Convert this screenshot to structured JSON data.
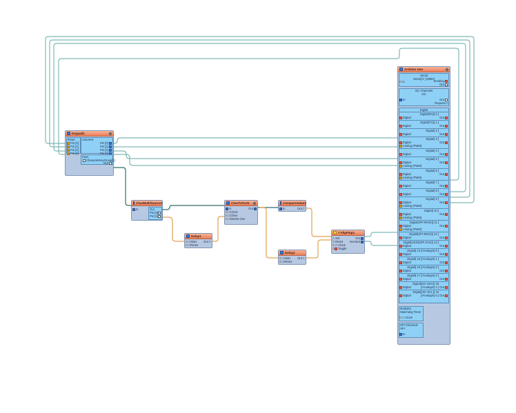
{
  "colors": {
    "wire_teal": "#7fb8b8",
    "wire_orange": "#e0a050",
    "wire_dark": "#2f6b6b",
    "title_bar": "#ec7c55",
    "node_body": "#b7c9e2",
    "pane": "#8fd0f6"
  },
  "keypad": {
    "title": "Keypad1",
    "rows_label": "Rows",
    "columns_label": "Columns",
    "rows": [
      "Pin [0]",
      "Pin [1]",
      "Pin [2]",
      "Pin [3]"
    ],
    "columns": [
      "Pin [0]",
      "Pin [1]",
      "Pin [2]",
      "Pin [3]"
    ],
    "keys_label": "Keys",
    "keys_item": "CharacterKeyGroup[1]",
    "out_label": "Out"
  },
  "char_multi_source": {
    "title": "CharMultiSource1",
    "in_label": "In",
    "out_label": "Out",
    "pins": [
      "Pin [0]",
      "Pin [1]"
    ]
  },
  "delay1": {
    "title": "Delay1",
    "start": "Start",
    "reset": "Reset",
    "out": "Out"
  },
  "char_to_text": {
    "title": "CharToText1",
    "in": "In",
    "clock": "Clock",
    "clear": "Clear",
    "delete_one": "Delete One",
    "out": "Out"
  },
  "compare_value": {
    "title": "CompareValue1",
    "in": "In",
    "out": "Out"
  },
  "delay2": {
    "title": "Delay2",
    "start": "Start",
    "reset": "Reset",
    "out": "Out"
  },
  "flip_flop": {
    "title": "T FlipFlop1",
    "set": "Set",
    "reset": "Reset",
    "clock": "Clock",
    "toggle": "Toggle",
    "out": "Out",
    "inverted": "Inverted"
  },
  "arduino": {
    "title": "Arduino Uno",
    "serial_section": "Serial",
    "serial_item": "Serial[ 0 ] (9600)",
    "serial_in": "In",
    "serial_sending": "Sending",
    "serial_out": "Out",
    "i2c_section": "I2C Channels",
    "i2c_item": "I2C",
    "i2c_in": "In",
    "i2c_out": "Out",
    "i2c_request": "Request",
    "digital_section": "Digital",
    "digital_label": "Digital",
    "analog_label": "Analog (PWM)",
    "out_label": "Out",
    "digital_items": [
      {
        "name": "Digital(RX)[ 0 ]",
        "pwm": false
      },
      {
        "name": "Digital(TX)[ 1 ]",
        "pwm": false
      },
      {
        "name": "Digital[ 2 ]",
        "pwm": false
      },
      {
        "name": "Digital[ 3 ]",
        "pwm": true
      },
      {
        "name": "Digital[ 4 ]",
        "pwm": false
      },
      {
        "name": "Digital[ 5 ]",
        "pwm": true
      },
      {
        "name": "Digital[ 6 ]",
        "pwm": true
      },
      {
        "name": "Digital[ 7 ]",
        "pwm": false
      },
      {
        "name": "Digital[ 8 ]",
        "pwm": false
      },
      {
        "name": "Digital[ 9 ]",
        "pwm": true
      },
      {
        "name": "Digital[ 10 ]",
        "pwm": true
      },
      {
        "name": "Digital(SPI-MOSI)[ 11 ]",
        "pwm": true
      },
      {
        "name": "Digital(SPI-MISO)[ 12 ]",
        "pwm": false
      },
      {
        "name": "Digital(LED)(SPI-SCK)[ 13 ]",
        "pwm": false
      },
      {
        "name": "Digital[ 14 ]/AnalogIn[ 0 ]",
        "pwm": false
      },
      {
        "name": "Digital[ 15 ]/AnalogIn[ 1 ]",
        "pwm": false
      },
      {
        "name": "Digital[ 16 ]/AnalogIn[ 2 ]",
        "pwm": false
      },
      {
        "name": "Digital[ 17 ]/AnalogIn[ 3 ]",
        "pwm": false
      },
      {
        "name": "Digital(I2C-SDA)[ 18 ]/AnalogIn[ 4 ]",
        "pwm": false
      },
      {
        "name": "Digital(I2C-SCL)[ 19 ]/AnalogIn[ 5 ]",
        "pwm": false
      }
    ],
    "modules_label": "Modules",
    "watchdog_label": "Watchdog Timer",
    "clock_label": "Clock",
    "spi_section": "SPI Channels",
    "spi_item": "SPI",
    "spi_in": "In"
  }
}
